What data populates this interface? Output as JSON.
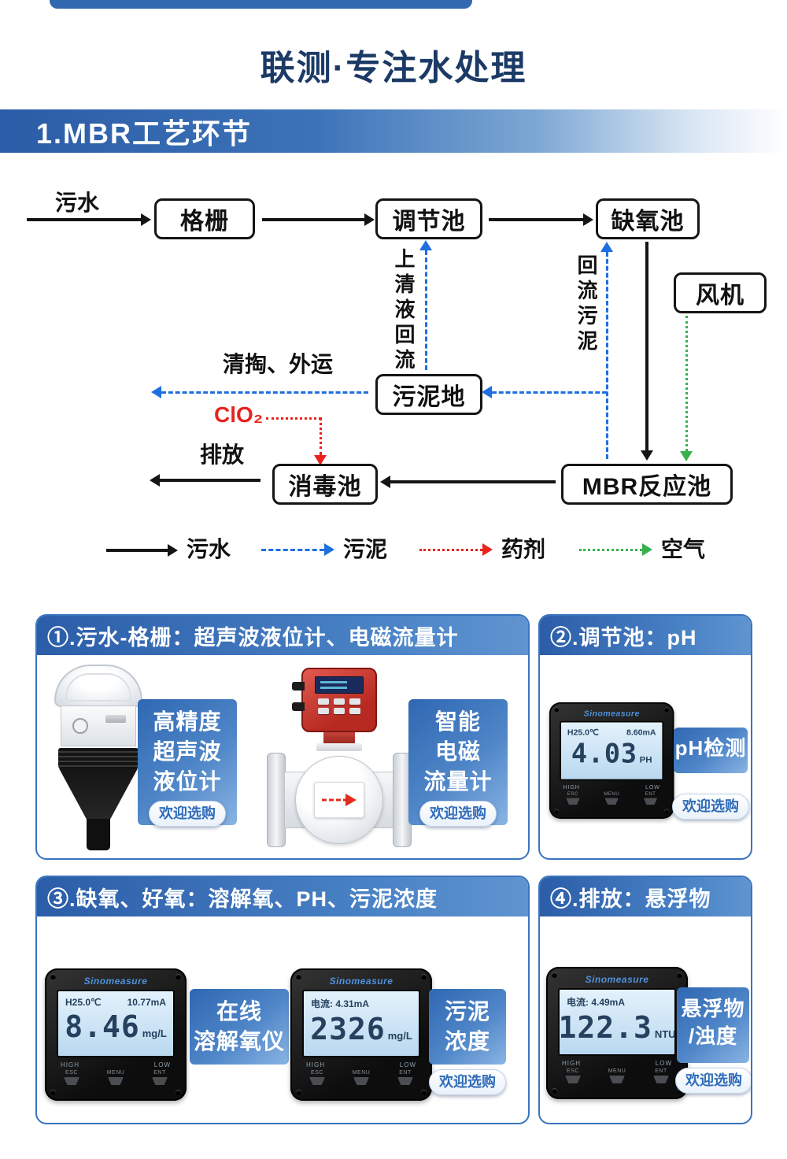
{
  "page": {
    "title": "联测·专注水处理",
    "banner_title": "1.MBR工艺环节"
  },
  "diagram": {
    "inflow_label": "污水",
    "boxes": {
      "grid": "格栅",
      "regulating_tank": "调节池",
      "anoxic_tank": "缺氧池",
      "fan": "风机",
      "sludge_pool": "污泥地",
      "disinfection_tank": "消毒池",
      "mbr_tank": "MBR反应池"
    },
    "flow_labels": {
      "supernatant_return": "上清液回流",
      "sludge_return": "回流污泥",
      "cleanup_transport": "清掏、外运",
      "chemical": "ClO₂",
      "discharge": "排放"
    },
    "legend": [
      {
        "label": "污水",
        "style": "solid-black"
      },
      {
        "label": "污泥",
        "style": "dashed-blue"
      },
      {
        "label": "药剂",
        "style": "dotted-red"
      },
      {
        "label": "空气",
        "style": "dotted-green"
      }
    ]
  },
  "cards": {
    "c1": {
      "title": "①.污水-格栅：超声波液位计、电磁流量计",
      "p1_lines": [
        "高精度",
        "超声波",
        "液位计"
      ],
      "p1_cta": "欢迎选购",
      "p2_lines": [
        "智能",
        "电磁",
        "流量计"
      ],
      "p2_cta": "欢迎选购"
    },
    "c2": {
      "title": "②.调节池：pH",
      "label": "pH检测",
      "cta": "欢迎选购"
    },
    "c3": {
      "title": "③.缺氧、好氧：溶解氧、PH、污泥浓度",
      "p1_lines": [
        "在线",
        "溶解氧仪"
      ],
      "p2_lines": [
        "污泥",
        "浓度"
      ],
      "p2_cta": "欢迎选购"
    },
    "c4": {
      "title": "④.排放：悬浮物",
      "label_lines": [
        "悬浮物",
        "/浊度"
      ],
      "cta": "欢迎选购"
    }
  },
  "meters": {
    "ph": {
      "info_left": "H25.0℃",
      "info_right": "8.60mA",
      "value": "4.03",
      "unit": "PH"
    },
    "do": {
      "info_left": "H25.0℃",
      "info_right": "10.77mA",
      "value": "8.46",
      "unit": "mg/L"
    },
    "sludge": {
      "info_left": "电流: 4.31mA",
      "info_right": "",
      "value": "2326",
      "unit": "mg/L"
    },
    "ss": {
      "info_left": "电流: 4.49mA",
      "info_right": "",
      "value": "122.3",
      "unit": "NTU"
    }
  },
  "meter_ui": {
    "brand": "Sinomeasure",
    "esc": "ESC",
    "menu": "MENU",
    "ent": "ENT",
    "high": "HIGH",
    "low": "LOW"
  },
  "colors": {
    "accent_blue": "#2f6bb5",
    "arrow_blue": "#1e6fe0",
    "arrow_red": "#e8231d",
    "arrow_green": "#38b14d"
  }
}
